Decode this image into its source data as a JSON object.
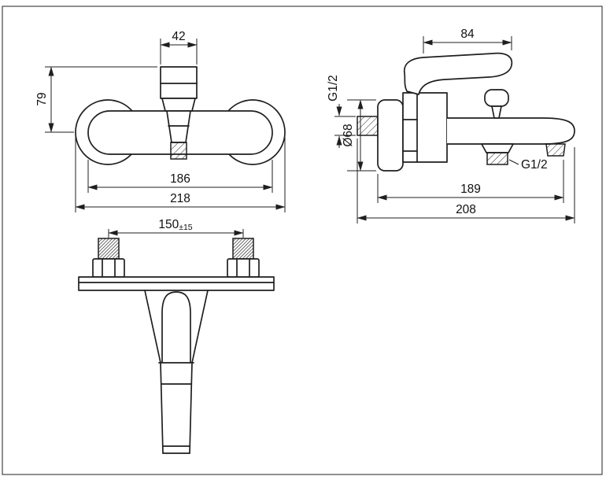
{
  "colors": {
    "background": "#ffffff",
    "line_color": "#1f1f1f"
  },
  "front_view": {
    "dim_cartridge_width": "42",
    "dim_height_above_center": "79",
    "dim_body_length": "186",
    "dim_overall_width": "218"
  },
  "side_view": {
    "dim_handle_length": "84",
    "inlet_thread_label": "G1/2",
    "flange_diameter_label": "Ø68",
    "outlet_thread_label": "G1/2",
    "dim_projection_inner": "189",
    "dim_projection_overall": "208"
  },
  "bottom_view": {
    "dim_mounting_distance": "150",
    "dim_mounting_tolerance": "±15"
  }
}
